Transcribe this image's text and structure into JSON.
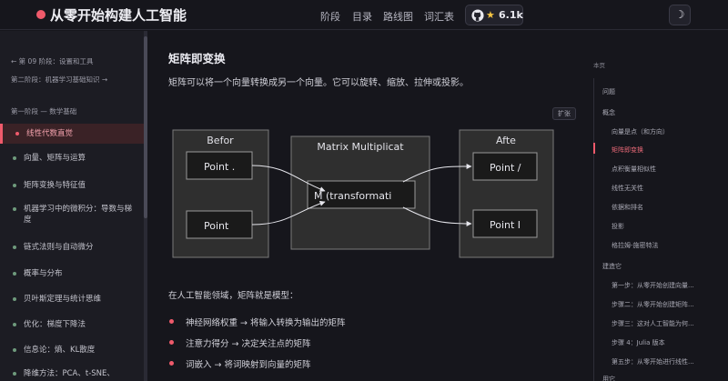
{
  "header": {
    "title": "从零开始构建人工智能",
    "nav": [
      "阶段",
      "目录",
      "路线图",
      "词汇表"
    ],
    "github_stars": "6.1k",
    "theme_toggle_icon": "moon-icon",
    "brand_color": "#ef5a6b"
  },
  "sidebar": {
    "back_link": "← 第 09 阶段：设置和工具",
    "next_link": "第二阶段：机器学习基础知识 →",
    "group_label": "第一阶段 — 数学基础",
    "items": [
      {
        "label": "线性代数直觉",
        "active": true
      },
      {
        "label": "向量、矩阵与运算"
      },
      {
        "label": "矩阵变换与特征值"
      },
      {
        "label": "机器学习中的微积分：导数与梯度"
      },
      {
        "label": "链式法则与自动微分"
      },
      {
        "label": "概率与分布"
      },
      {
        "label": "贝叶斯定理与统计思维"
      },
      {
        "label": "优化：梯度下降法"
      },
      {
        "label": "信息论：熵、KL散度"
      },
      {
        "label": "降维方法：PCA、t-SNE、"
      }
    ]
  },
  "main": {
    "section_title": "矩阵即变换",
    "intro": "矩阵可以将一个向量转换成另一个向量。它可以旋转、缩放、拉伸或投影。",
    "expand_label": "扩张",
    "diagram": {
      "before_label": "Befor",
      "middle_label": "Matrix Multiplicat",
      "after_label": "Afte",
      "point_a": "Point .",
      "point_b": "Point",
      "matrix_node": "M (transformati",
      "out_a": "Point /",
      "out_b": "Point I"
    },
    "para": "在人工智能领域，矩阵就是模型：",
    "bullets": [
      "神经网络权重 → 将输入转换为输出的矩阵",
      "注意力得分 → 决定关注点的矩阵",
      "词嵌入 → 将词映射到向量的矩阵"
    ]
  },
  "toc": {
    "title": "本页",
    "items": [
      {
        "label": "问题",
        "level": 1
      },
      {
        "label": "概念",
        "level": 1
      },
      {
        "label": "向量是点（和方向）",
        "level": 2
      },
      {
        "label": "矩阵即变换",
        "level": 2,
        "active": true
      },
      {
        "label": "点积衡量相似性",
        "level": 2
      },
      {
        "label": "线性无关性",
        "level": 2
      },
      {
        "label": "依据和排名",
        "level": 2
      },
      {
        "label": "投影",
        "level": 2
      },
      {
        "label": "格拉姆-施密特法",
        "level": 2
      },
      {
        "label": "建造它",
        "level": 1
      },
      {
        "label": "第一步：从零开始创建向量...",
        "level": 2
      },
      {
        "label": "步骤二：从零开始创建矩阵...",
        "level": 2
      },
      {
        "label": "步骤三：这对人工智能为何...",
        "level": 2
      },
      {
        "label": "步骤 4：Julia 版本",
        "level": 2
      },
      {
        "label": "第五步：从零开始进行线性...",
        "level": 2
      },
      {
        "label": "用它",
        "level": 1
      }
    ]
  }
}
